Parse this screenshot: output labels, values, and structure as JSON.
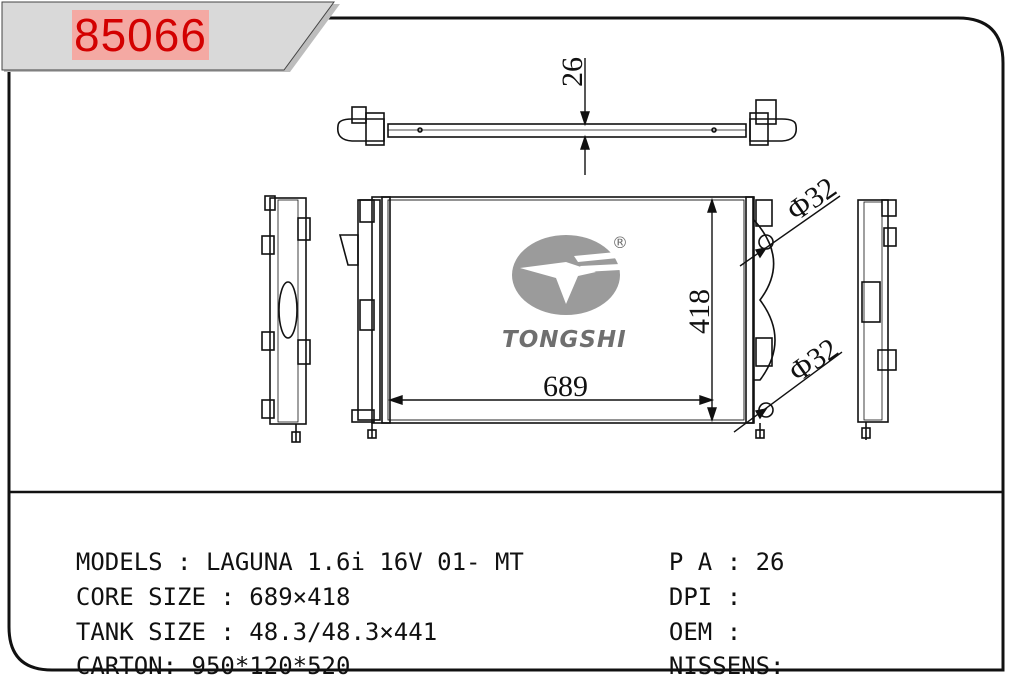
{
  "part_number": "85066",
  "dimensions": {
    "thickness": "26",
    "width": "689",
    "height": "418",
    "pipe_top": "Φ32",
    "pipe_bottom": "Φ32"
  },
  "brand": {
    "name": "TONGSHI",
    "registered_mark": "®"
  },
  "specs": {
    "models_label": "MODELS : ",
    "models_value": "LAGUNA 1.6i 16V 01- MT",
    "core_label": "CORE SIZE : ",
    "core_value": "689×418",
    "tank_label": "TANK SIZE : ",
    "tank_value": "48.3/48.3×441",
    "carton_label": "CARTON: ",
    "carton_value": "950*120*520",
    "pa_label": "P A : ",
    "pa_value": "26",
    "dpi_label": "DPI : ",
    "dpi_value": "",
    "oem_label": "OEM : ",
    "oem_value": "",
    "nissens_label": "NISSENS:",
    "nissens_value": ""
  }
}
